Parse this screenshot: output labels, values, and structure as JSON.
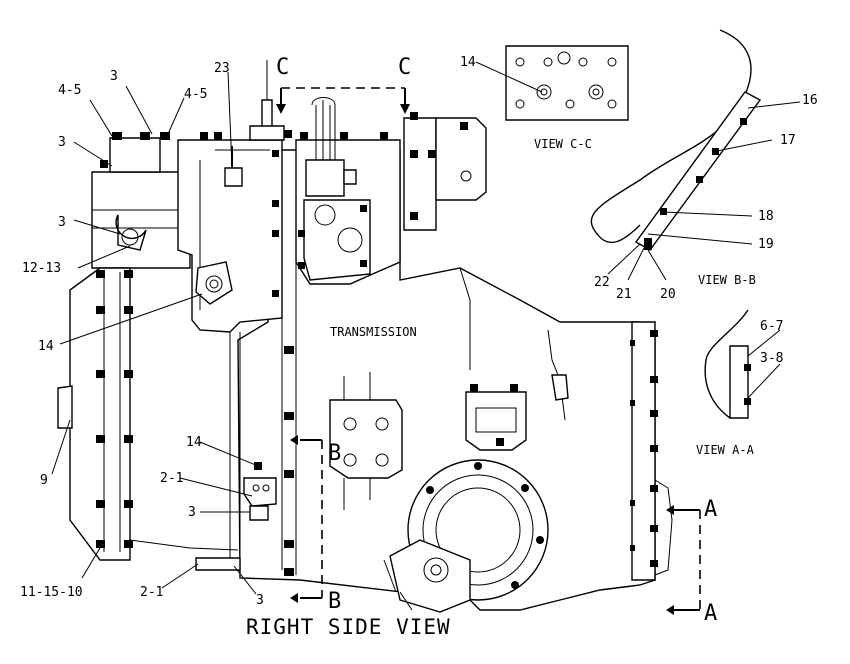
{
  "title": "RIGHT SIDE VIEW",
  "center_label": "TRANSMISSION",
  "views": {
    "cc": "VIEW C-C",
    "bb": "VIEW B-B",
    "aa": "VIEW A-A"
  },
  "section_letters": {
    "c_left": "C",
    "c_right": "C",
    "b_top": "B",
    "b_bottom": "B",
    "a_top": "A",
    "a_bottom": "A"
  },
  "callouts": {
    "c4_5_left": "4-5",
    "c3_top": "3",
    "c4_5_right": "4-5",
    "c23": "23",
    "c3_left_upper": "3",
    "c3_left_mid": "3",
    "c12_13": "12-13",
    "c14_left": "14",
    "c9": "9",
    "c11_15_10": "11-15-10",
    "c14_lower": "14",
    "c2_1_upper": "2-1",
    "c3_lower": "3",
    "c2_1_lower": "2-1",
    "c3_bottom": "3",
    "c14_cc": "14",
    "c16": "16",
    "c17": "17",
    "c18": "18",
    "c19": "19",
    "c22": "22",
    "c21": "21",
    "c20": "20",
    "c6_7": "6-7",
    "c3_8": "3-8"
  }
}
